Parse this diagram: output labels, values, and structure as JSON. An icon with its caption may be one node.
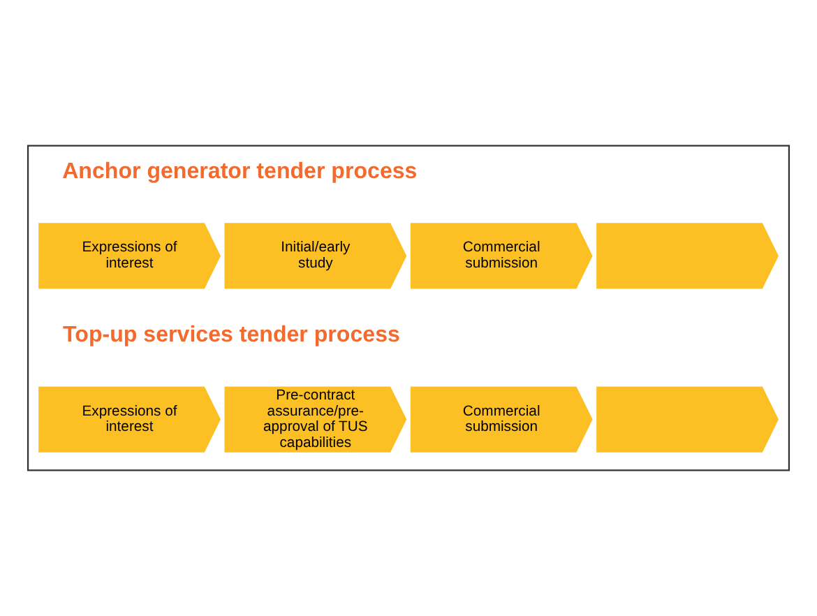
{
  "diagram": {
    "nodes": [
      {
        "text": [],
        "shape": "box"
      },
      {
        "text": [
          "Expressions of interest"
        ],
        "in": 0
      },
      {
        "text": [
          "Initial/early study"
        ],
        "in": 0
      },
      {
        "text": [
          "Commercial submission"
        ],
        "in": 0
      },
      {
        "text": [],
        "shape": "chevron",
        "in": 0
      },
      {
        "text": [
          "Expressions of interest"
        ],
        "in": 0
      },
      {
        "text": [
          "Pre-contract assurance/pre-approval of TUS capabilities"
        ],
        "in": 0
      },
      {
        "text": [
          "Commercial submission"
        ],
        "in": 0
      },
      {
        "text": [],
        "shape": "chevron",
        "in": 0
      }
    ],
    "edges": [],
    "labels": [
      "Anchor generator tender process",
      "Top-up services tender process"
    ]
  }
}
